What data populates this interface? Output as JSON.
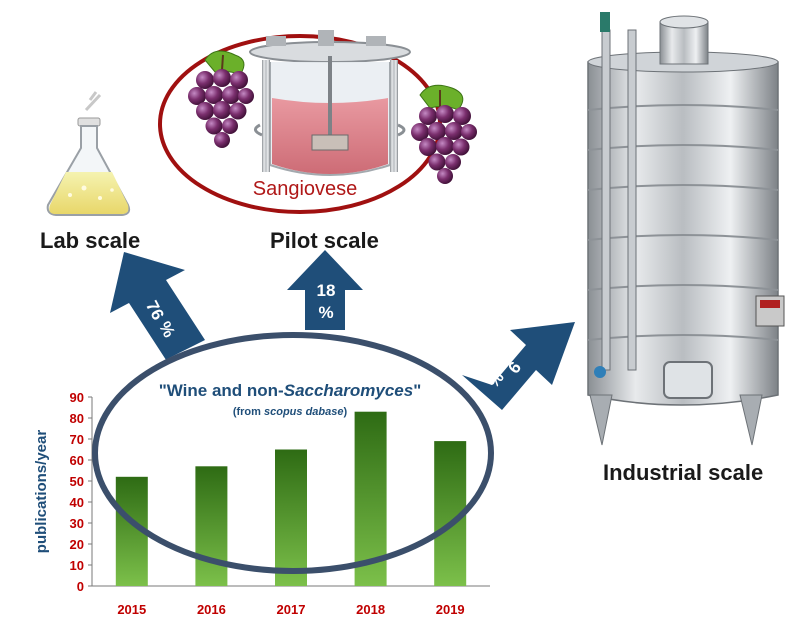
{
  "labels": {
    "lab_scale": "Lab scale",
    "pilot_scale": "Pilot scale",
    "industrial_scale": "Industrial scale",
    "grape_variety": "Sangiovese"
  },
  "arrows": {
    "lab": {
      "value_line1": "76",
      "value_line2": "%"
    },
    "pilot": {
      "value_line1": "18",
      "value_line2": "%"
    },
    "industrial": {
      "value_line1": "6",
      "value_line2": "%"
    }
  },
  "chart_title": {
    "pre": "\"Wine and non-",
    "italic": "Saccharomyces",
    "post": "\"",
    "sub_pre": "(from ",
    "sub_italic": "scopus dabase",
    "sub_post": ")"
  },
  "chart_data": {
    "type": "bar",
    "categories": [
      "2015",
      "2016",
      "2017",
      "2018",
      "2019"
    ],
    "values": [
      52,
      57,
      65,
      83,
      69
    ],
    "ylabel": "publications/year",
    "ylim": [
      0,
      90
    ],
    "yticks": [
      0,
      10,
      20,
      30,
      40,
      50,
      60,
      70,
      80,
      90
    ],
    "grid": false,
    "colors": {
      "bar_top": "#2e6b14",
      "bar_bottom": "#7cc04a",
      "ticks": "#c00000",
      "ylabel": "#1f4e79"
    }
  },
  "colors": {
    "arrow": "#1f4e79",
    "ellipse_stroke": "#3b4f6b",
    "pilot_ellipse": "#a01010"
  },
  "icons": {
    "flask": "erlenmeyer-flask-icon",
    "bioreactor": "bioreactor-icon",
    "grapes": "grape-bunch-icon",
    "tank": "steel-fermentation-tank-icon"
  }
}
